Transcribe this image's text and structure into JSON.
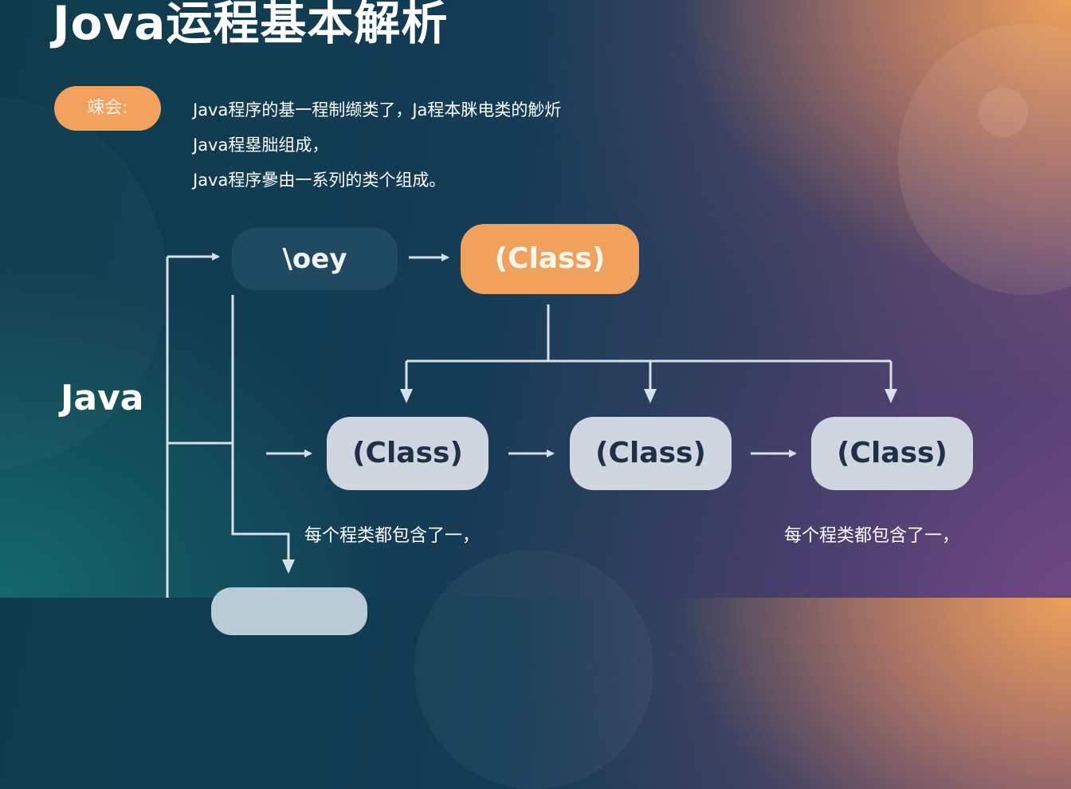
{
  "header": {
    "title": "Jova运程基本解析"
  },
  "intro": {
    "label": "竦会:",
    "lines": [
      "Java程序的基一程制缬类了，Ja程本脒电类的觘炘",
      "Java程塁朏组成，",
      "Java程序曑由一系列的类个组成。"
    ]
  },
  "diagram": {
    "root_label": "Java",
    "top_node": "\\oey",
    "class_node_primary": "(Class)",
    "class_nodes": [
      {
        "label": "(Class)"
      },
      {
        "label": "(Class)"
      },
      {
        "label": "(Class)"
      }
    ],
    "notes": [
      "每个程类都包含了一，",
      "每个程类都包含了一，"
    ]
  },
  "colors": {
    "accent_orange": "#f0a15c",
    "dark_node": "#1f4a62",
    "light_node": "#d0d6e0",
    "connector": "#d5e0e8",
    "text_dark": "#1f3048"
  }
}
